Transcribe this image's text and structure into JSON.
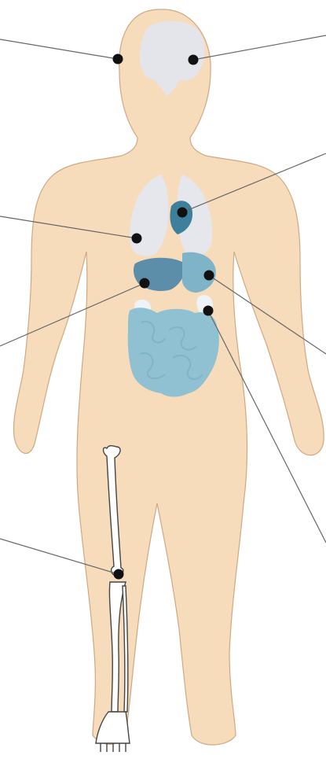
{
  "figure": {
    "caption": "",
    "colors": {
      "background": "#ffffff",
      "skin": "#f6dcbb",
      "outline": "#cfa883",
      "brain": "#e3e5ea",
      "lungs": "#e5e7ec",
      "heart": "#3e7f9b",
      "liver": "#5d8ea9",
      "stomach": "#7fb4c8",
      "intestines": "#8fc1d3",
      "pancreas": "#eef3f6",
      "bone": "#ffffff",
      "bone_outline": "#444444",
      "pointer_line": "#666666",
      "marker": "#111111"
    },
    "markers": [
      {
        "id": "scalp",
        "icon": "marker-dot"
      },
      {
        "id": "brain",
        "icon": "marker-dot"
      },
      {
        "id": "heart",
        "icon": "marker-dot"
      },
      {
        "id": "lung",
        "icon": "marker-dot"
      },
      {
        "id": "liver",
        "icon": "marker-dot"
      },
      {
        "id": "stomach",
        "icon": "marker-dot"
      },
      {
        "id": "pancreas",
        "icon": "marker-dot"
      },
      {
        "id": "knee",
        "icon": "marker-dot"
      }
    ]
  }
}
